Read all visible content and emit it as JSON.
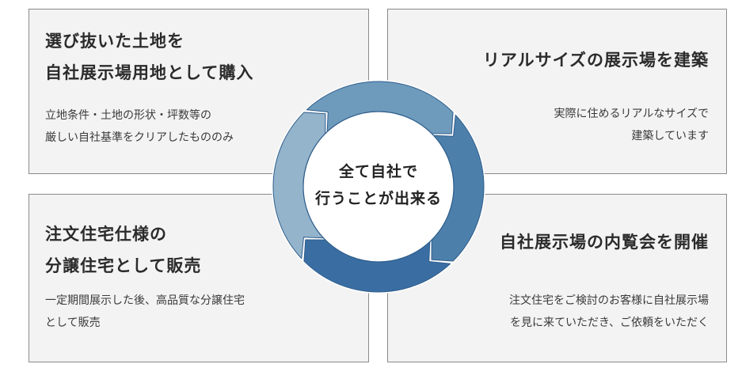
{
  "colors": {
    "panel_bg": "#f3f3f3",
    "panel_border": "#8a8a8a",
    "arrow_light": "#94b4cb",
    "arrow_mid": "#6e9bbc",
    "arrow_dark": "#4d7fab",
    "arrow_darkest": "#3a6ea3",
    "ring_outline": "#2f5e8c"
  },
  "steps": [
    {
      "title_lines": [
        "選び抜いた土地を",
        "自社展示場用地として購入"
      ],
      "desc_lines": [
        "立地条件・土地の形状・坪数等の",
        "厳しい自社基準をクリアしたもののみ"
      ]
    },
    {
      "title_lines": [
        "リアルサイズの展示場を建築"
      ],
      "desc_lines": [
        "実際に住めるリアルなサイズで",
        "建築しています"
      ]
    },
    {
      "title_lines": [
        "注文住宅仕様の",
        "分譲住宅として販売"
      ],
      "desc_lines": [
        "一定期間展示した後、高品質な分譲住宅",
        "として販売"
      ]
    },
    {
      "title_lines": [
        "自社展示場の内覧会を開催"
      ],
      "desc_lines": [
        "注文住宅をご検討のお客様に自社展示場",
        "を見に来ていただき、ご依頼をいただく"
      ]
    }
  ],
  "center": {
    "lines": [
      "全て自社で",
      "行うことが出来る"
    ]
  }
}
